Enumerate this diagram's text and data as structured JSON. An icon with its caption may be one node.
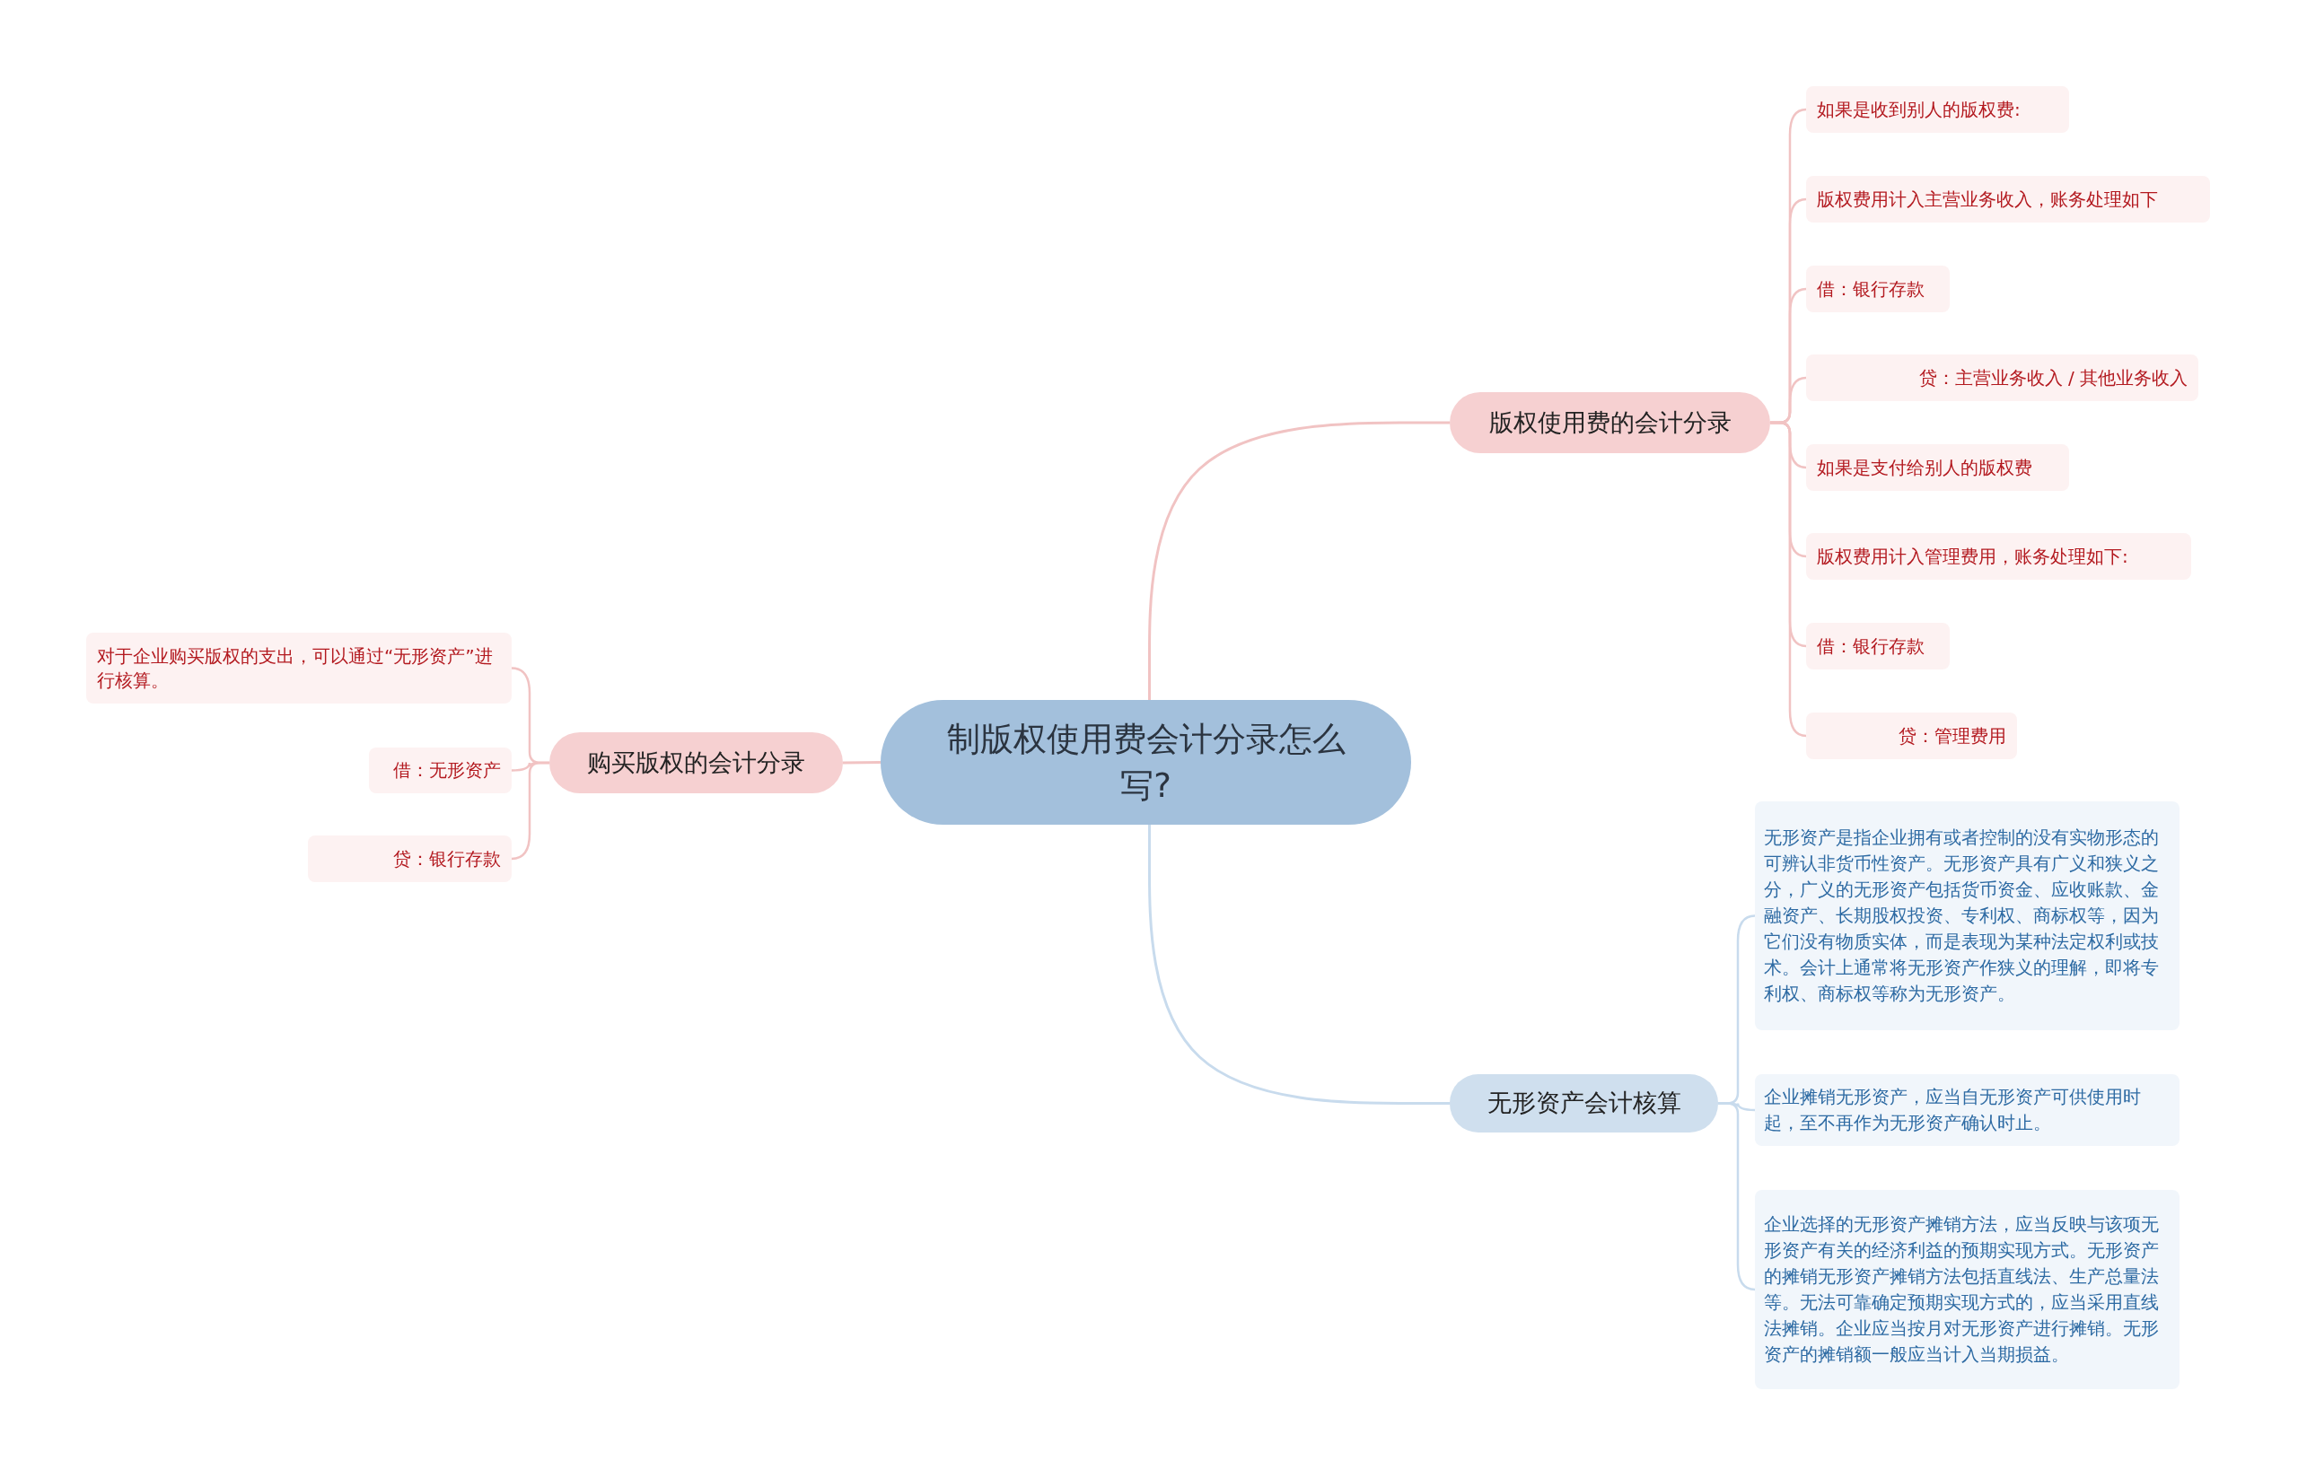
{
  "diagram": {
    "nodes": [
      {
        "text": [
          "制版权使用费会计分录怎么写?"
        ]
      },
      {
        "text": [
          "版权使用费的会计分录"
        ]
      },
      {
        "text": [
          "如果是收到别人的版权费:"
        ]
      },
      {
        "text": [
          "版权费用计入主营业务收入，账务处理如下"
        ]
      },
      {
        "text": [
          "借：银行存款"
        ]
      },
      {
        "text": [
          "贷：主营业务收入 / 其他业务收入"
        ]
      },
      {
        "text": [
          "如果是支付给别人的版权费"
        ]
      },
      {
        "text": [
          "版权费用计入管理费用，账务处理如下:"
        ]
      },
      {
        "text": [
          "借：银行存款"
        ]
      },
      {
        "text": [
          "贷：管理费用"
        ]
      },
      {
        "text": [
          "无形资产会计核算"
        ]
      },
      {
        "text": [
          "无形资产是指企业拥有或者控制的没有实物形态的可辨认非货币性资产。无形资产具有广义和狭义之分，广义的无形资产包括货币资金、应收账款、金融资产、长期股权投资、专利权、商标权等，因为它们没有物质实体，而是表现为某种法定权利或技术。会计上通常将无形资产作狭义的理解，即将专利权、商标权等称为无形资产。"
        ]
      },
      {
        "text": [
          "企业摊销无形资产，应当自无形资产可供使用时起，至不再作为无形资产确认时止。"
        ]
      },
      {
        "text": [
          "企业选择的无形资产摊销方法，应当反映与该项无形资产有关的经济利益的预期实现方式。无形资产的摊销无形资产摊销方法包括直线法、生产总量法等。无法可靠确定预期实现方式的，应当采用直线法摊销。企业应当按月对无形资产进行摊销。无形资产的摊销额一般应当计入当期损益。"
        ]
      },
      {
        "text": [
          "购买版权的会计分录"
        ]
      },
      {
        "text": [
          "对于企业购买版权的支出，可以通过“无形资产”进行核算。"
        ]
      },
      {
        "text": [
          "借：无形资产"
        ]
      },
      {
        "text": [
          "贷：银行存款"
        ]
      }
    ],
    "edges": [
      {
        "from": 0,
        "to": 1,
        "arrow": "none"
      },
      {
        "from": 1,
        "to": 2,
        "arrow": "none"
      },
      {
        "from": 1,
        "to": 3,
        "arrow": "none"
      },
      {
        "from": 1,
        "to": 4,
        "arrow": "none"
      },
      {
        "from": 1,
        "to": 5,
        "arrow": "none"
      },
      {
        "from": 1,
        "to": 6,
        "arrow": "none"
      },
      {
        "from": 1,
        "to": 7,
        "arrow": "none"
      },
      {
        "from": 1,
        "to": 8,
        "arrow": "none"
      },
      {
        "from": 1,
        "to": 9,
        "arrow": "none"
      },
      {
        "from": 0,
        "to": 10,
        "arrow": "none",
        "color": "#c8dbed"
      },
      {
        "from": 10,
        "to": 11,
        "arrow": "none",
        "color": "#c8dbed"
      },
      {
        "from": 10,
        "to": 12,
        "arrow": "none",
        "color": "#c8dbed"
      },
      {
        "from": 10,
        "to": 13,
        "arrow": "none",
        "color": "#c8dbed"
      },
      {
        "from": 0,
        "to": 14,
        "arrow": "none"
      },
      {
        "from": 14,
        "to": 15,
        "arrow": "none"
      },
      {
        "from": 14,
        "to": 16,
        "arrow": "none"
      },
      {
        "from": 14,
        "to": 17,
        "arrow": "none"
      }
    ]
  }
}
